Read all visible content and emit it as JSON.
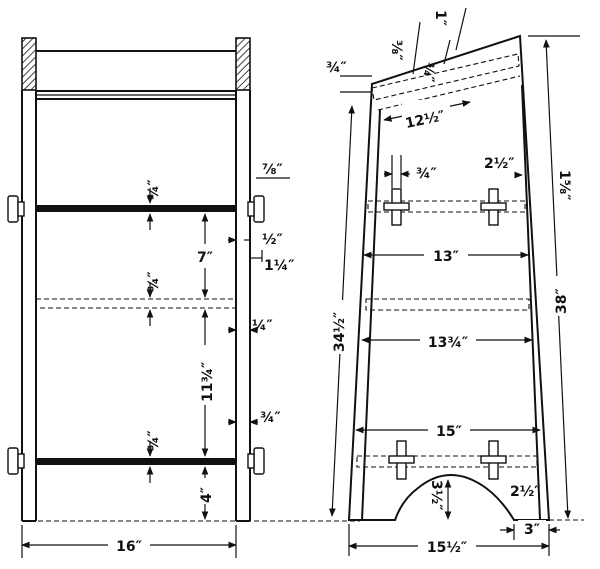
{
  "colors": {
    "ink": "#111111",
    "paper": "#ffffff"
  },
  "front_view": {
    "overall_width": "16″",
    "top_spacing": "7″",
    "middle_spacing": "11¾″",
    "bottom_offset": "4″",
    "shelf_thickness_1": "¾″",
    "shelf_thickness_2": "¾″",
    "shelf_thickness_3": "¾″",
    "bolt_offset": "⅞″",
    "offset_a": "½″",
    "offset_b": "1¼″",
    "offset_c": "¼″",
    "offset_d": "¾″"
  },
  "side_view": {
    "top_a": "¾″",
    "top_b": "⅜″",
    "top_c": "¾″",
    "top_d": "1″",
    "top_depth": "12½″",
    "bolt_width": "¾″",
    "bolt_spacing": "2½″",
    "top_offset": "1⅝″",
    "shelf_13": "13″",
    "shelf_13_75": "13¾″",
    "shelf_15": "15″",
    "base_width": "15½″",
    "arch_height": "3½″",
    "leg_width": "3″",
    "bottom_bolt_offset": "2½″",
    "front_height": "34½″",
    "rear_height": "38″"
  }
}
